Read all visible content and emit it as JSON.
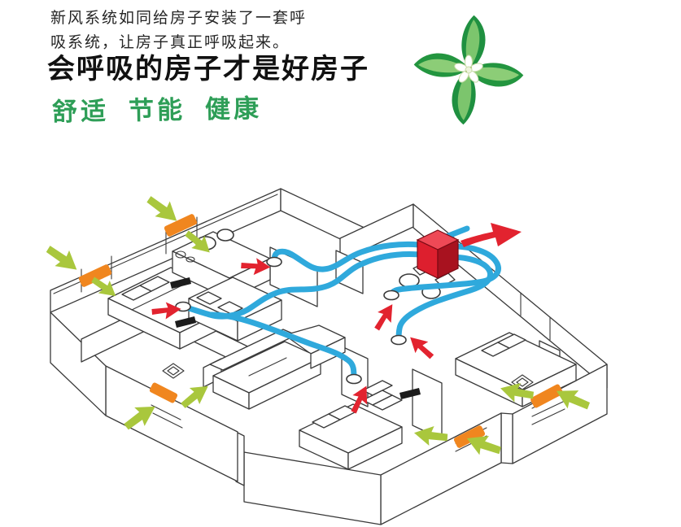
{
  "header": {
    "intro_line1": "新风系统如同给房子安装了一套呼",
    "intro_line2": "吸系统，让房子真正呼吸起来。",
    "headline": "会呼吸的房子才是好房子",
    "slogan_words": [
      "舒适",
      "节能",
      "健康"
    ]
  },
  "colors": {
    "duct-blue": "#2fa9dc",
    "arrow-red": "#e2232f",
    "unit-red-top": "#ee4956",
    "unit-red-left": "#dd1f2e",
    "unit-red-right": "#a8121f",
    "fresh-green": "#a9c73d",
    "vent-orange": "#f0861f",
    "slogan-green": "#2e9e57",
    "leaf-dark": "#1f9040",
    "leaf-light": "#7cc56d",
    "line-dark": "#3a3a3a",
    "text-dark": "#262626"
  }
}
